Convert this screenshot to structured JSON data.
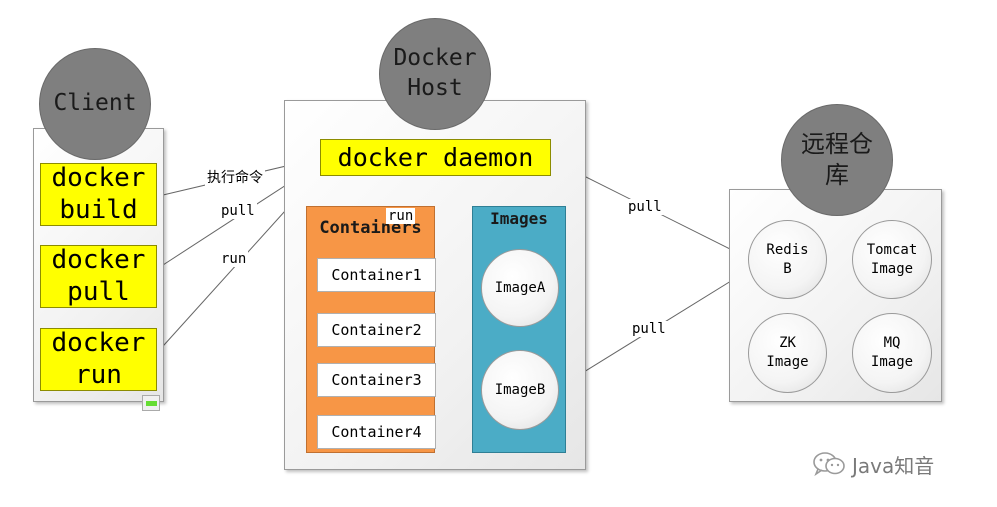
{
  "client": {
    "title": "Client",
    "commands": [
      "docker\nbuild",
      "docker\npull",
      "docker\nrun"
    ]
  },
  "host": {
    "title": "Docker\nHost",
    "daemon": "docker daemon",
    "containers": {
      "title": "Containers",
      "items": [
        "Container1",
        "Container2",
        "Container3",
        "Container4"
      ]
    },
    "images": {
      "title": "Images",
      "items": [
        "ImageA",
        "ImageB"
      ]
    }
  },
  "registry": {
    "title": "远程仓\n库",
    "items": [
      "Redis\nB",
      "Tomcat\nImage",
      "ZK\nImage",
      "MQ\nImage"
    ]
  },
  "arrows": {
    "exec": "执行命令",
    "pull_client": "pull",
    "run_client": "run",
    "run_daemon": "run",
    "pull_registry": "pull",
    "pull_image": "pull"
  },
  "watermark": "Java知音",
  "colors": {
    "yellow": "#ffff00",
    "orange": "#f79646",
    "teal": "#4bacc6",
    "gray_circle": "#7f7f7f"
  }
}
